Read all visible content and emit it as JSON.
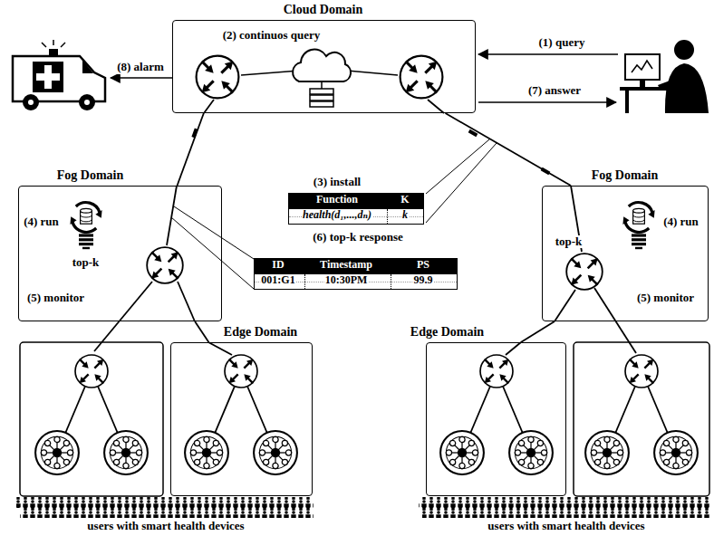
{
  "diagram": {
    "nodes": [
      {
        "text": [
          "Cloud Domain",
          "(2) continuos query"
        ]
      },
      {
        "text": [
          "Fog Domain",
          "(4) run",
          "top-k",
          "(5) monitor"
        ]
      },
      {
        "text": [
          "(3) install",
          "Function",
          "K",
          "health(d₁,...,dₙ)",
          "k"
        ]
      },
      {
        "text": [
          "Fog Domain",
          "(4) run",
          "top-k",
          "(5) monitor"
        ]
      },
      {
        "text": [
          "(6) top-k response",
          "ID",
          "Timestamp",
          "PS",
          "001:G1",
          "10:30PM",
          "99.9"
        ]
      },
      {
        "text": [
          "Edge Domain"
        ]
      },
      {
        "text": [
          "Edge Domain"
        ]
      }
    ],
    "edges": [
      {
        "from": 0,
        "to": 1,
        "arrow": "none"
      },
      {
        "from": 0,
        "to": 3,
        "arrow": "none"
      },
      {
        "from": 1,
        "to": 5,
        "arrow": "none"
      },
      {
        "from": 3,
        "to": 6,
        "arrow": "none"
      }
    ],
    "labels": [
      "(1) query",
      "(7) answer",
      "(8) alarm",
      "users with smart health devices",
      "users with smart health devices"
    ]
  }
}
